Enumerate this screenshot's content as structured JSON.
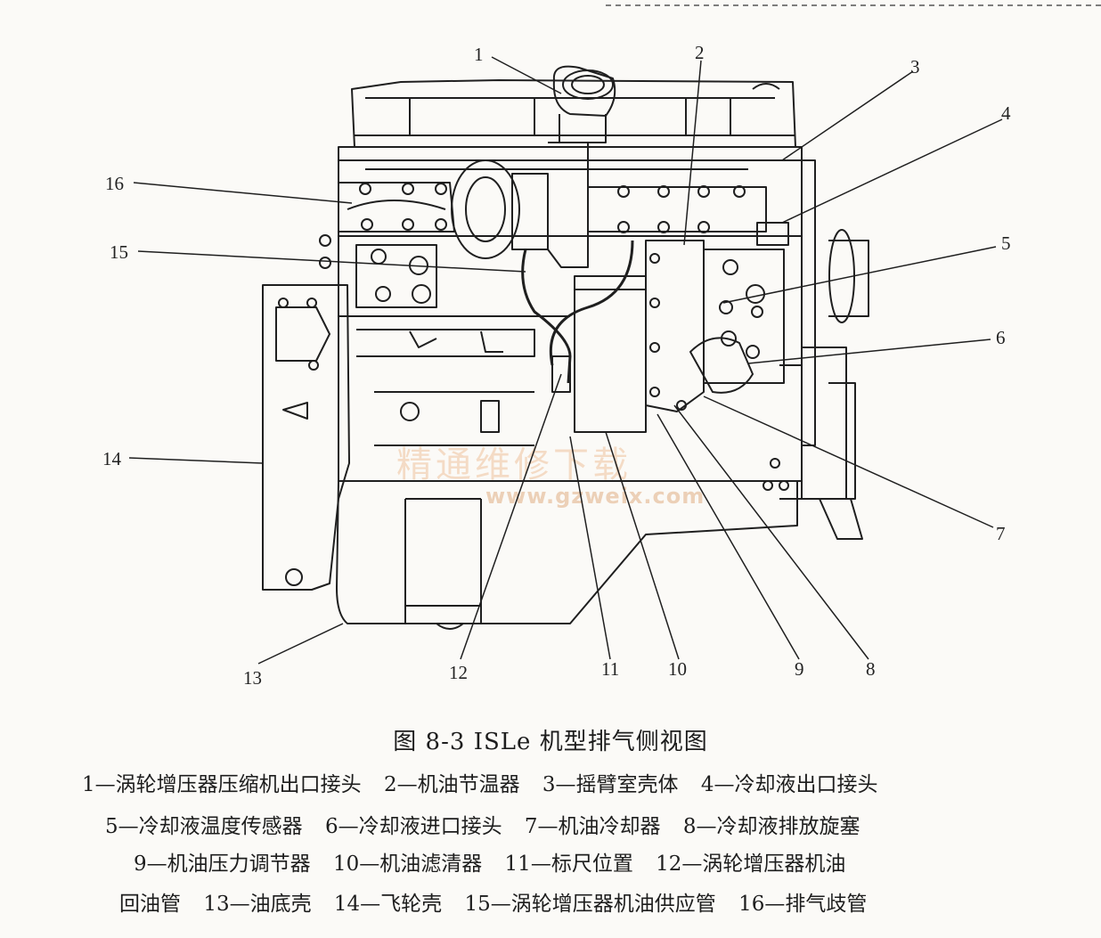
{
  "figure": {
    "title": "图 8-3   ISLe 机型排气侧视图",
    "watermark": {
      "text": "精通维修下载",
      "url": "www.gzweix.com"
    },
    "callouts": [
      "1",
      "2",
      "3",
      "4",
      "5",
      "6",
      "7",
      "8",
      "9",
      "10",
      "11",
      "12",
      "13",
      "14",
      "15",
      "16"
    ]
  },
  "legend": {
    "line1": [
      "1—涡轮增压器压缩机出口接头",
      "2—机油节温器",
      "3—摇臂室壳体",
      "4—冷却液出口接头"
    ],
    "line2": [
      "5—冷却液温度传感器",
      "6—冷却液进口接头",
      "7—机油冷却器",
      "8—冷却液排放旋塞"
    ],
    "line3": [
      "9—机油压力调节器",
      "10—机油滤清器",
      "11—标尺位置",
      "12—涡轮增压器机油"
    ],
    "line4": [
      "回油管",
      "13—油底壳",
      "14—飞轮壳",
      "15—涡轮增压器机油供应管",
      "16—排气歧管"
    ]
  },
  "colors": {
    "line": "#1f1f1f",
    "watermark": "#f0cfb3",
    "paper": "#fbfaf7"
  }
}
